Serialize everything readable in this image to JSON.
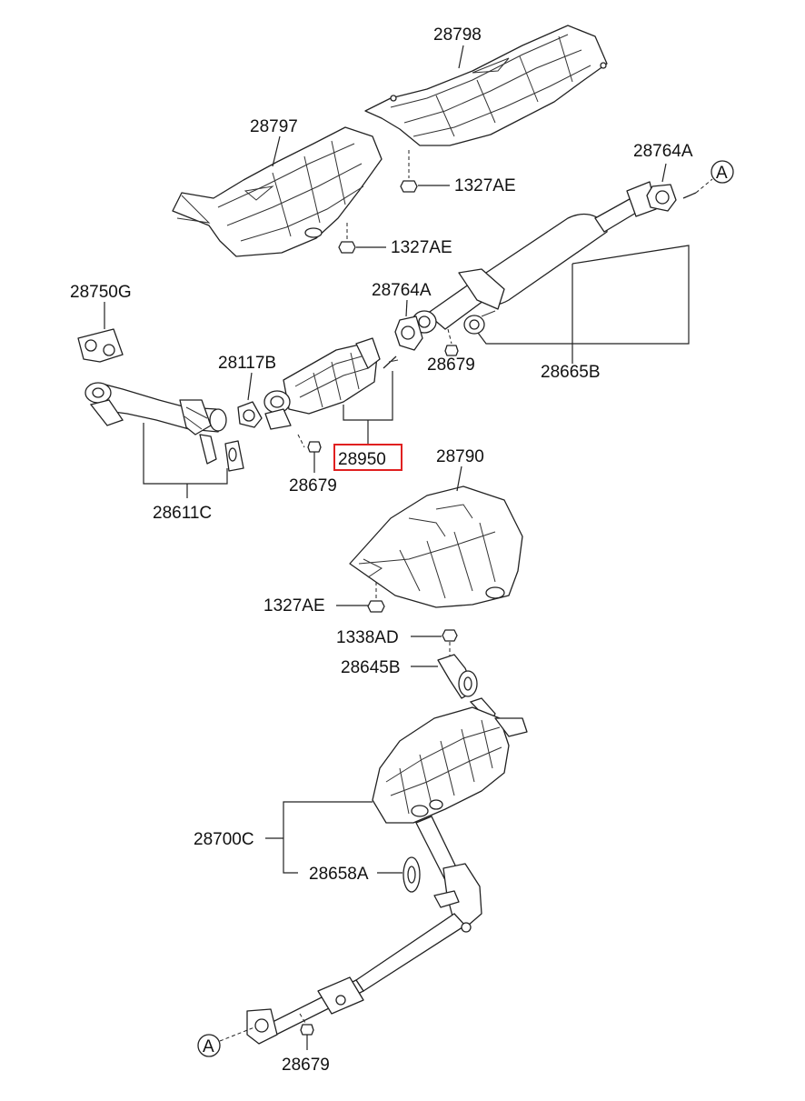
{
  "diagram": {
    "part_labels": {
      "heat_shield_rear_upper": "28798",
      "heat_shield_front_upper": "28797",
      "bolt_upper_rear": "1327AE",
      "bolt_upper_front": "1327AE",
      "gasket_center_rear": "28764A",
      "callout_a_top": "A",
      "front_pipe_gasket": "28750G",
      "center_gasket_front": "28764A",
      "cat_gasket": "28117B",
      "nut_center": "28679",
      "center_muffler": "28665B",
      "catalytic_converter": "28950",
      "nut_cat": "28679",
      "front_pipe": "28611C",
      "heat_shield_lower": "28790",
      "bolt_lower": "1327AE",
      "nut_hanger": "1338AD",
      "hanger_bracket": "28645B",
      "main_muffler": "28700C",
      "rubber_hanger": "28658A",
      "callout_a_bottom": "A",
      "nut_bottom": "28679"
    },
    "highlighted_part": "28950",
    "highlight_color": "#e02020"
  }
}
